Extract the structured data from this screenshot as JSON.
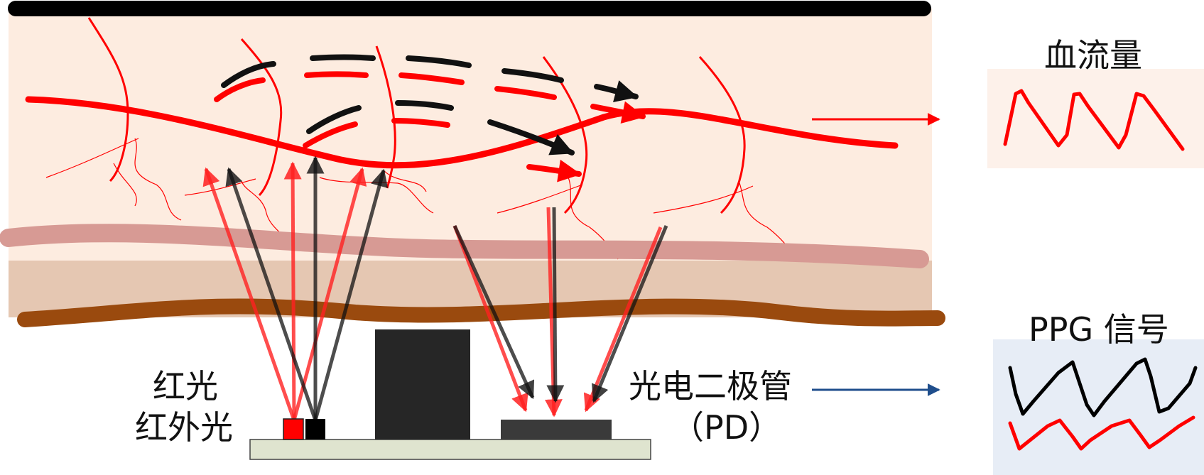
{
  "labels": {
    "blood_flow": "血流量",
    "ppg_signal": "PPG 信号",
    "red_light": "红光",
    "infrared_light": "红外光",
    "photodiode": "光电二极管",
    "photodiode_abbr": "（PD）"
  },
  "colors": {
    "red": "#ff0000",
    "black": "#111111",
    "skin": "#fdece0",
    "skin_lower": "#e5c7b2",
    "dermis_line": "#d79a94",
    "subcutaneous_line": "#9a4a0e",
    "board": "#dfe4cf",
    "blood_flow_panel": "#fdf1ea",
    "ppg_panel": "#e7edf6",
    "signal_arrow": "#1f4e8c"
  }
}
